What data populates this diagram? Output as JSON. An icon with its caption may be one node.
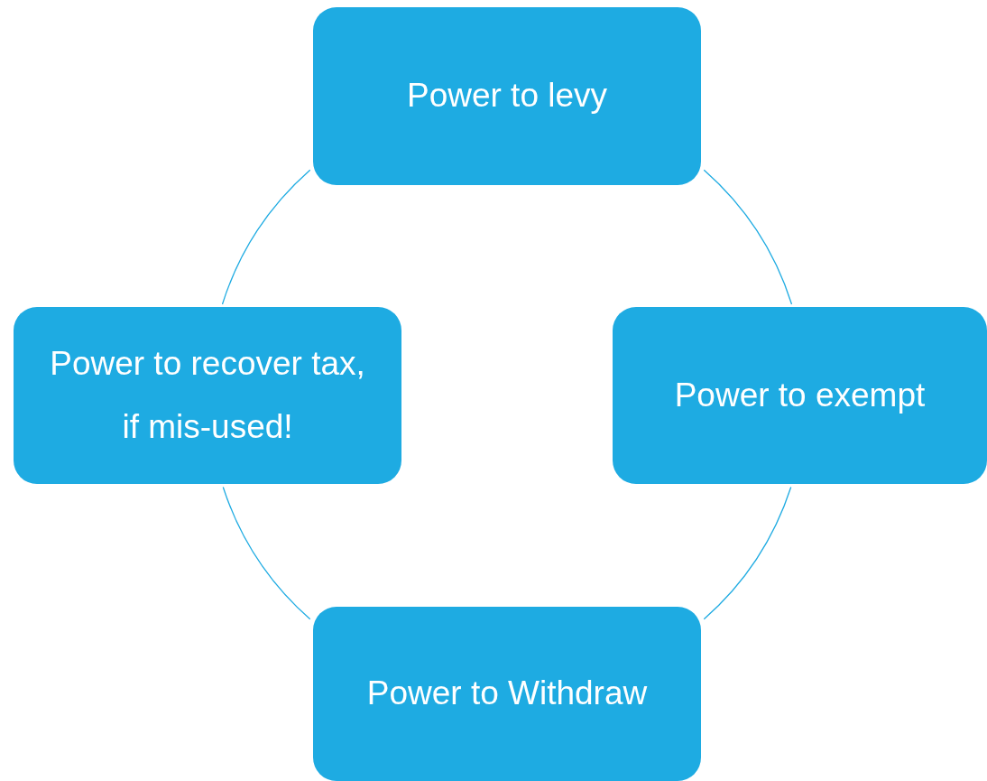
{
  "diagram": {
    "nodes": [
      {
        "text": [
          "Power to levy"
        ]
      },
      {
        "text": [
          "Power to recover tax, if mis-used!"
        ]
      },
      {
        "text": [
          "Power to exempt"
        ]
      },
      {
        "text": [
          "Power to Withdraw"
        ]
      }
    ],
    "edges": [
      {
        "from": 0,
        "to": 2,
        "arrow": "none"
      },
      {
        "from": 2,
        "to": 3,
        "arrow": "none"
      },
      {
        "from": 3,
        "to": 1,
        "arrow": "none"
      },
      {
        "from": 1,
        "to": 0,
        "arrow": "none"
      }
    ]
  }
}
